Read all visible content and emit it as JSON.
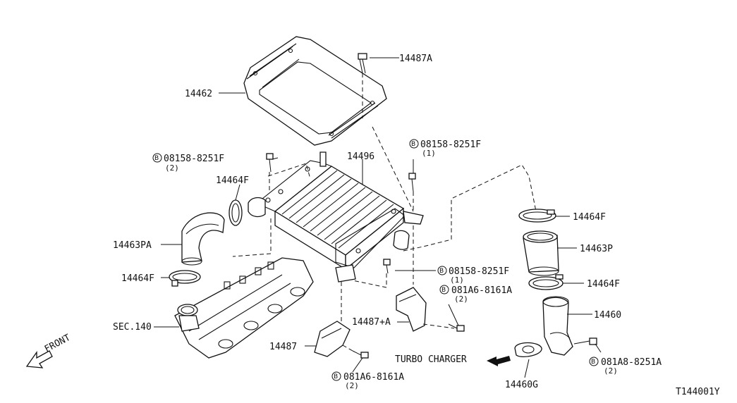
{
  "labels": {
    "p14462": "14462",
    "p14487A": "14487A",
    "p14496": "14496",
    "p14464F_left": "14464F",
    "p14463PA": "14463PA",
    "p14464F_lower_left": "14464F",
    "sec140": "SEC.140",
    "p14487": "14487",
    "p14487plusA": "14487+A",
    "p14464F_right_top": "14464F",
    "p14463P": "14463P",
    "p14464F_right_bottom": "14464F",
    "p14460": "14460",
    "p14460G": "14460G",
    "turbo_charger": "TURBO CHARGER",
    "front": "FRONT",
    "diagram_id": "T144001Y"
  },
  "bolts": {
    "bolt_left_top": {
      "badge": "B",
      "part": "08158-8251F",
      "qty": "(2)"
    },
    "bolt_center_top": {
      "badge": "B",
      "part": "08158-8251F",
      "qty": "(1)"
    },
    "bolt_center_mid": {
      "badge": "B",
      "part": "08158-8251F",
      "qty": "(1)"
    },
    "bolt_center_low": {
      "badge": "B",
      "part": "081A6-8161A",
      "qty": "(2)"
    },
    "bolt_bottom": {
      "badge": "B",
      "part": "081A6-8161A",
      "qty": "(2)"
    },
    "bolt_right": {
      "badge": "B",
      "part": "081A8-8251A",
      "qty": "(2)"
    }
  }
}
